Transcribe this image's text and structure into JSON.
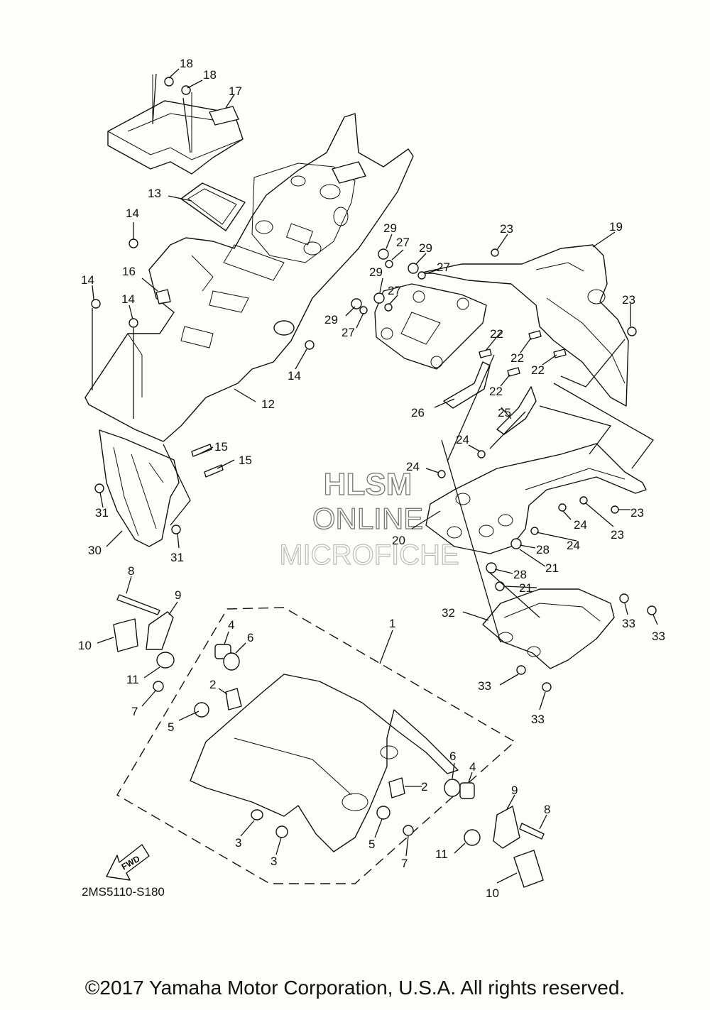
{
  "diagram": {
    "code": "2MS5110-S180",
    "fwd_label": "FWD",
    "watermark": [
      "HLSM",
      "ONLINE",
      "MICROFICHE"
    ],
    "callouts": [
      {
        "id": "c18a",
        "text": "18"
      },
      {
        "id": "c18b",
        "text": "18"
      },
      {
        "id": "c17",
        "text": "17"
      },
      {
        "id": "c13",
        "text": "13"
      },
      {
        "id": "c14a",
        "text": "14"
      },
      {
        "id": "c16",
        "text": "16"
      },
      {
        "id": "c14b",
        "text": "14"
      },
      {
        "id": "c14c",
        "text": "14"
      },
      {
        "id": "c14d",
        "text": "14"
      },
      {
        "id": "c12",
        "text": "12"
      },
      {
        "id": "c15a",
        "text": "15"
      },
      {
        "id": "c15b",
        "text": "15"
      },
      {
        "id": "c31a",
        "text": "31"
      },
      {
        "id": "c31b",
        "text": "31"
      },
      {
        "id": "c30",
        "text": "30"
      },
      {
        "id": "c29a",
        "text": "29"
      },
      {
        "id": "c27a",
        "text": "27"
      },
      {
        "id": "c29b",
        "text": "29"
      },
      {
        "id": "c27b",
        "text": "27"
      },
      {
        "id": "c29c",
        "text": "29"
      },
      {
        "id": "c27c",
        "text": "27"
      },
      {
        "id": "c29d",
        "text": "29"
      },
      {
        "id": "c27d",
        "text": "27"
      },
      {
        "id": "c23a",
        "text": "23"
      },
      {
        "id": "c19",
        "text": "19"
      },
      {
        "id": "c23b",
        "text": "23"
      },
      {
        "id": "c22a",
        "text": "22"
      },
      {
        "id": "c22b",
        "text": "22"
      },
      {
        "id": "c22c",
        "text": "22"
      },
      {
        "id": "c22d",
        "text": "22"
      },
      {
        "id": "c26",
        "text": "26"
      },
      {
        "id": "c25",
        "text": "25"
      },
      {
        "id": "c24a",
        "text": "24"
      },
      {
        "id": "c24b",
        "text": "24"
      },
      {
        "id": "c24c",
        "text": "24"
      },
      {
        "id": "c24d",
        "text": "24"
      },
      {
        "id": "c23c",
        "text": "23"
      },
      {
        "id": "c23d",
        "text": "23"
      },
      {
        "id": "c20",
        "text": "20"
      },
      {
        "id": "c28a",
        "text": "28"
      },
      {
        "id": "c21a",
        "text": "21"
      },
      {
        "id": "c28b",
        "text": "28"
      },
      {
        "id": "c21b",
        "text": "21"
      },
      {
        "id": "c8a",
        "text": "8"
      },
      {
        "id": "c9a",
        "text": "9"
      },
      {
        "id": "c10a",
        "text": "10"
      },
      {
        "id": "c4a",
        "text": "4"
      },
      {
        "id": "c6a",
        "text": "6"
      },
      {
        "id": "c1",
        "text": "1"
      },
      {
        "id": "c32",
        "text": "32"
      },
      {
        "id": "c33a",
        "text": "33"
      },
      {
        "id": "c33b",
        "text": "33"
      },
      {
        "id": "c11a",
        "text": "11"
      },
      {
        "id": "c2a",
        "text": "2"
      },
      {
        "id": "c7a",
        "text": "7"
      },
      {
        "id": "c5a",
        "text": "5"
      },
      {
        "id": "c33c",
        "text": "33"
      },
      {
        "id": "c33d",
        "text": "33"
      },
      {
        "id": "c6b",
        "text": "6"
      },
      {
        "id": "c4b",
        "text": "4"
      },
      {
        "id": "c2b",
        "text": "2"
      },
      {
        "id": "c9b",
        "text": "9"
      },
      {
        "id": "c8b",
        "text": "8"
      },
      {
        "id": "c3a",
        "text": "3"
      },
      {
        "id": "c3b",
        "text": "3"
      },
      {
        "id": "c5b",
        "text": "5"
      },
      {
        "id": "c7b",
        "text": "7"
      },
      {
        "id": "c11b",
        "text": "11"
      },
      {
        "id": "c10b",
        "text": "10"
      }
    ]
  },
  "footer": {
    "copyright": "©2017 Yamaha Motor Corporation, U.S.A. All rights reserved."
  }
}
